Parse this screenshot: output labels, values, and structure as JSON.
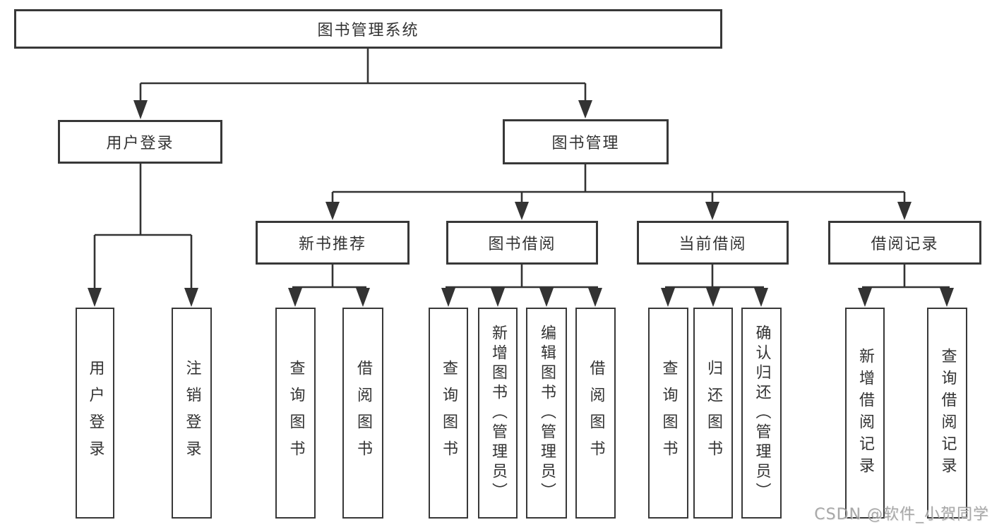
{
  "diagram": {
    "root": {
      "label": "图书管理系统"
    },
    "level1": [
      {
        "label": "用户登录"
      },
      {
        "label": "图书管理"
      }
    ],
    "level2": [
      {
        "label": "新书推荐"
      },
      {
        "label": "图书借阅"
      },
      {
        "label": "当前借阅"
      },
      {
        "label": "借阅记录"
      }
    ],
    "leaves": {
      "user_login": [
        {
          "label": "用户登录"
        },
        {
          "label": "注销登录"
        }
      ],
      "new_books": [
        {
          "label": "查询图书"
        },
        {
          "label": "借阅图书"
        }
      ],
      "book_borrow": [
        {
          "label": "查询图书"
        },
        {
          "label": "新增图书（管理员）"
        },
        {
          "label": "编辑图书（管理员）"
        },
        {
          "label": "借阅图书"
        }
      ],
      "current_borrow": [
        {
          "label": "查询图书"
        },
        {
          "label": "归还图书"
        },
        {
          "label": "确认归还（管理员）"
        }
      ],
      "borrow_records": [
        {
          "label": "新增借阅记录"
        },
        {
          "label": "查询借阅记录"
        }
      ]
    }
  },
  "watermark": {
    "text": "CSDN @软件_小贺同学"
  },
  "colors": {
    "line": "#333333",
    "box_border": "#383838",
    "text": "#333333",
    "background": "#ffffff",
    "watermark": "#9a9a9a"
  }
}
